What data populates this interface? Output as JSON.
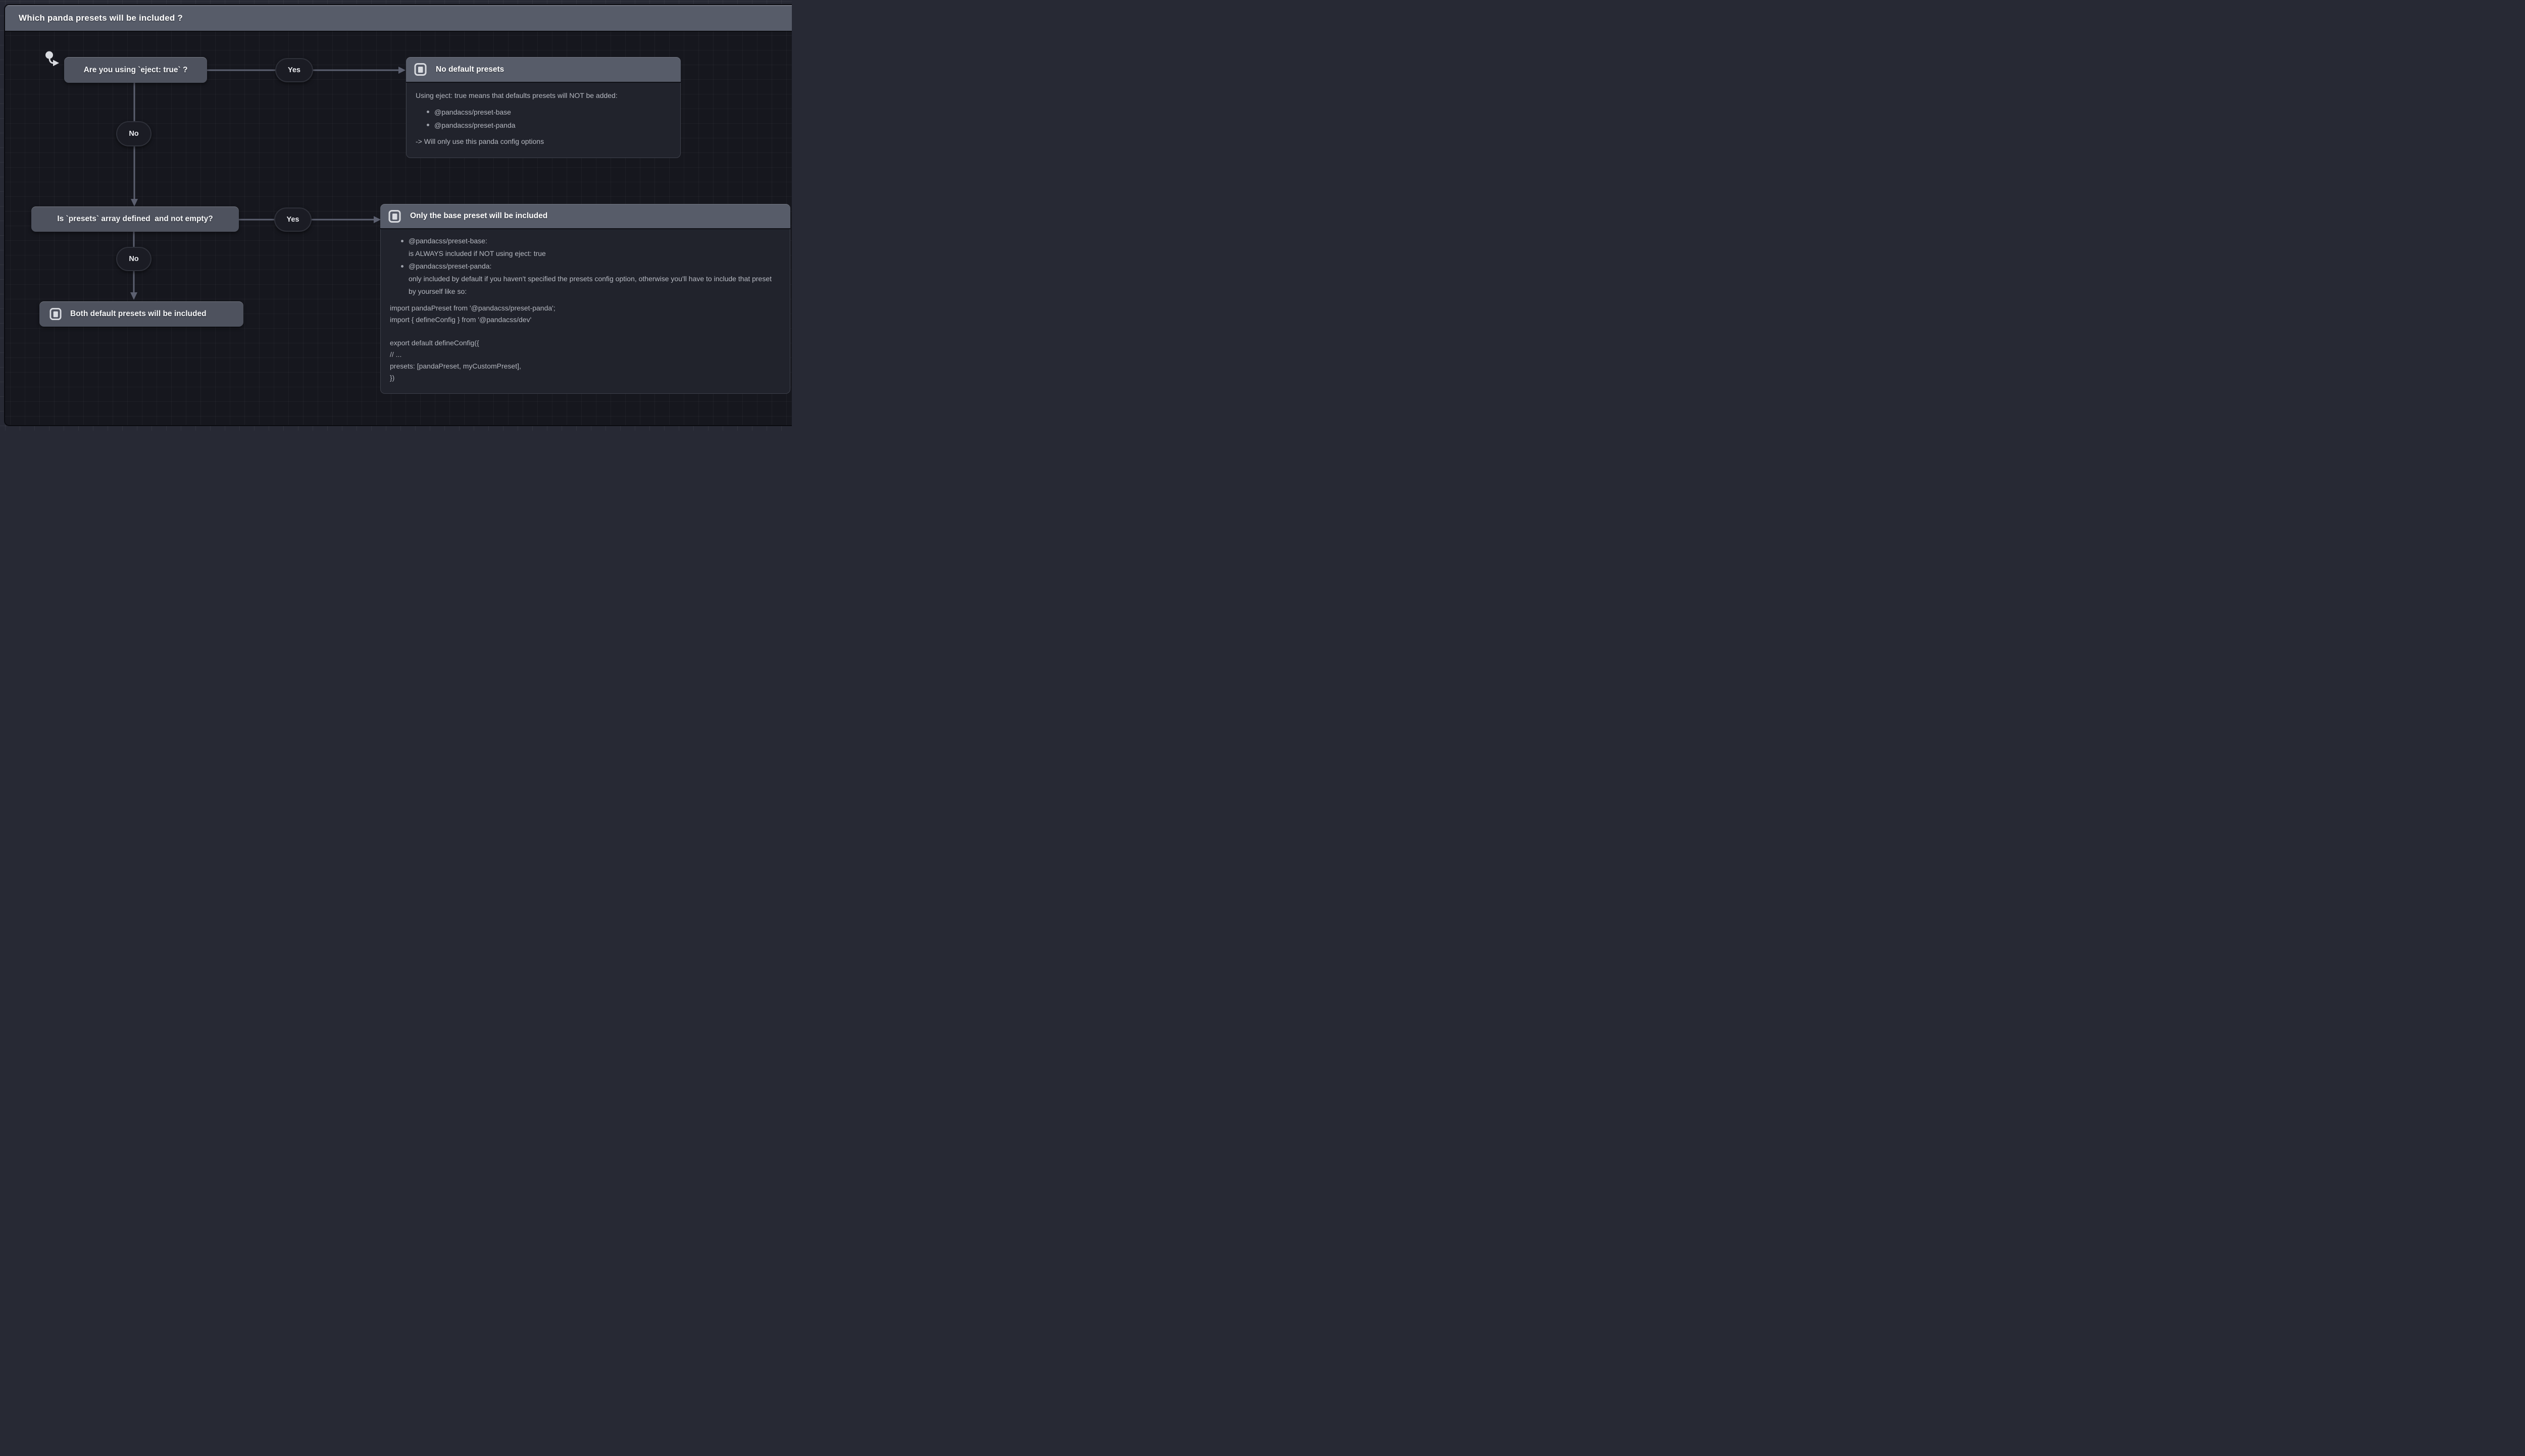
{
  "window": {
    "title": "Which panda presets will be included ?"
  },
  "flow": {
    "q_eject": {
      "label": "Are you using `eject: true` ?"
    },
    "q_presets": {
      "label": "Is `presets` array defined  and not empty?"
    },
    "result_both": {
      "label": "Both default presets will be included"
    },
    "edges": {
      "yes1": "Yes",
      "no1": "No",
      "yes2": "Yes",
      "no2": "No"
    }
  },
  "box_no_default": {
    "title": "No default presets",
    "intro": "Using eject: true means that defaults presets will NOT be added:",
    "bullets": [
      "@pandacss/preset-base",
      "@pandacss/preset-panda"
    ],
    "outro": "-> Will only use this panda config options"
  },
  "box_base_only": {
    "title": "Only the base preset will be included",
    "bullets": [
      {
        "name": "@pandacss/preset-base:",
        "desc": "is ALWAYS included if NOT using eject: true"
      },
      {
        "name": "@pandacss/preset-panda:",
        "desc": "only included by default if you haven't specified the presets config option, otherwise you'll have to include that preset by yourself like so:"
      }
    ],
    "code": [
      "import pandaPreset from '@pandacss/preset-panda';",
      "import { defineConfig } from '@pandacss/dev'",
      "",
      "export default defineConfig({",
      "// ...",
      "presets: [pandaPreset, myCustomPreset],",
      "})"
    ]
  },
  "colors": {
    "outer_background": "#272934",
    "canvas_background": "#16171e",
    "titlebar": "#575c69",
    "node_fill": "#4e525e",
    "box_header": "#575c69",
    "box_body": "#21232c",
    "box_border": "#3e414b",
    "pill_fill": "#1b1c24",
    "pill_border": "#2e3039",
    "arrow": "#5c6070",
    "text_primary": "#f6f7f9",
    "text_muted": "#b5b8c0",
    "icon": "#d9dbe0"
  }
}
